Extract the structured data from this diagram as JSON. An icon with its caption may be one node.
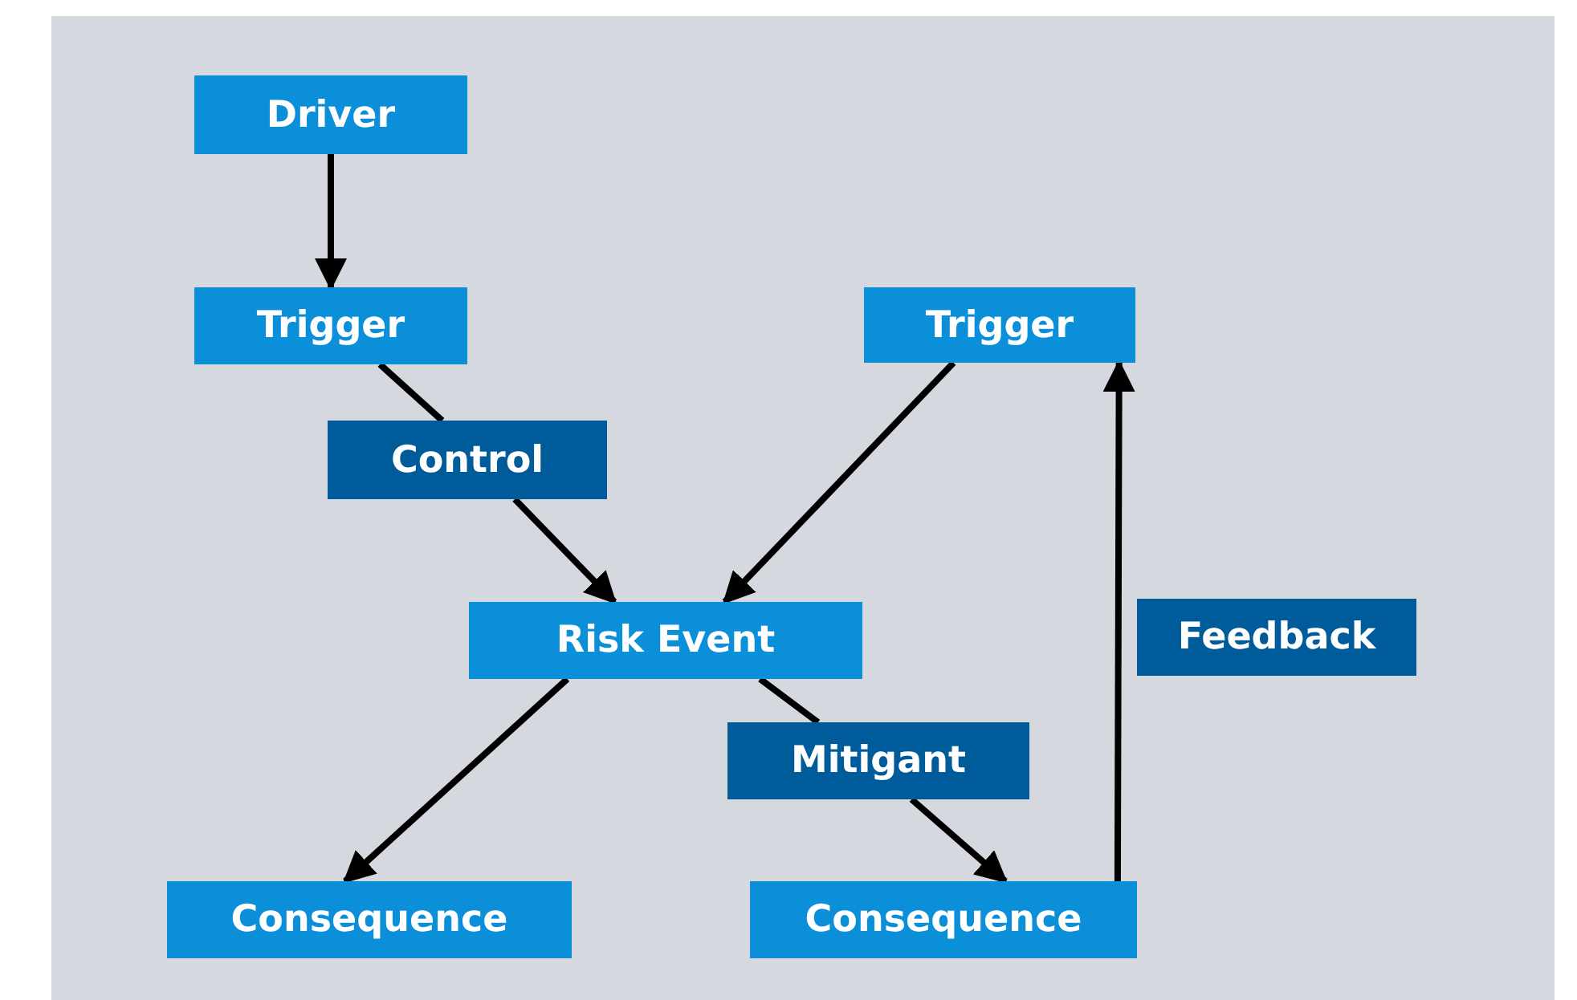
{
  "diagram": {
    "nodes": [
      {
        "text": [
          "Driver"
        ]
      },
      {
        "text": [
          "Trigger"
        ]
      },
      {
        "text": [
          "Control"
        ]
      },
      {
        "text": [
          "Trigger"
        ]
      },
      {
        "text": [
          "Risk Event"
        ]
      },
      {
        "text": [
          "Feedback"
        ]
      },
      {
        "text": [
          "Mitigant"
        ]
      },
      {
        "text": [
          "Consequence"
        ]
      },
      {
        "text": [
          "Consequence"
        ]
      }
    ],
    "edges": [
      {
        "from": 0,
        "to": 1,
        "arrow": "to"
      },
      {
        "from": 1,
        "to": 2,
        "arrow": "none"
      },
      {
        "from": 2,
        "to": 4,
        "arrow": "to"
      },
      {
        "from": 3,
        "to": 4,
        "arrow": "to"
      },
      {
        "from": 4,
        "to": 7,
        "arrow": "to"
      },
      {
        "from": 4,
        "to": 6,
        "arrow": "none"
      },
      {
        "from": 6,
        "to": 8,
        "arrow": "to"
      },
      {
        "from": 8,
        "to": 3,
        "arrow": "to"
      }
    ]
  }
}
